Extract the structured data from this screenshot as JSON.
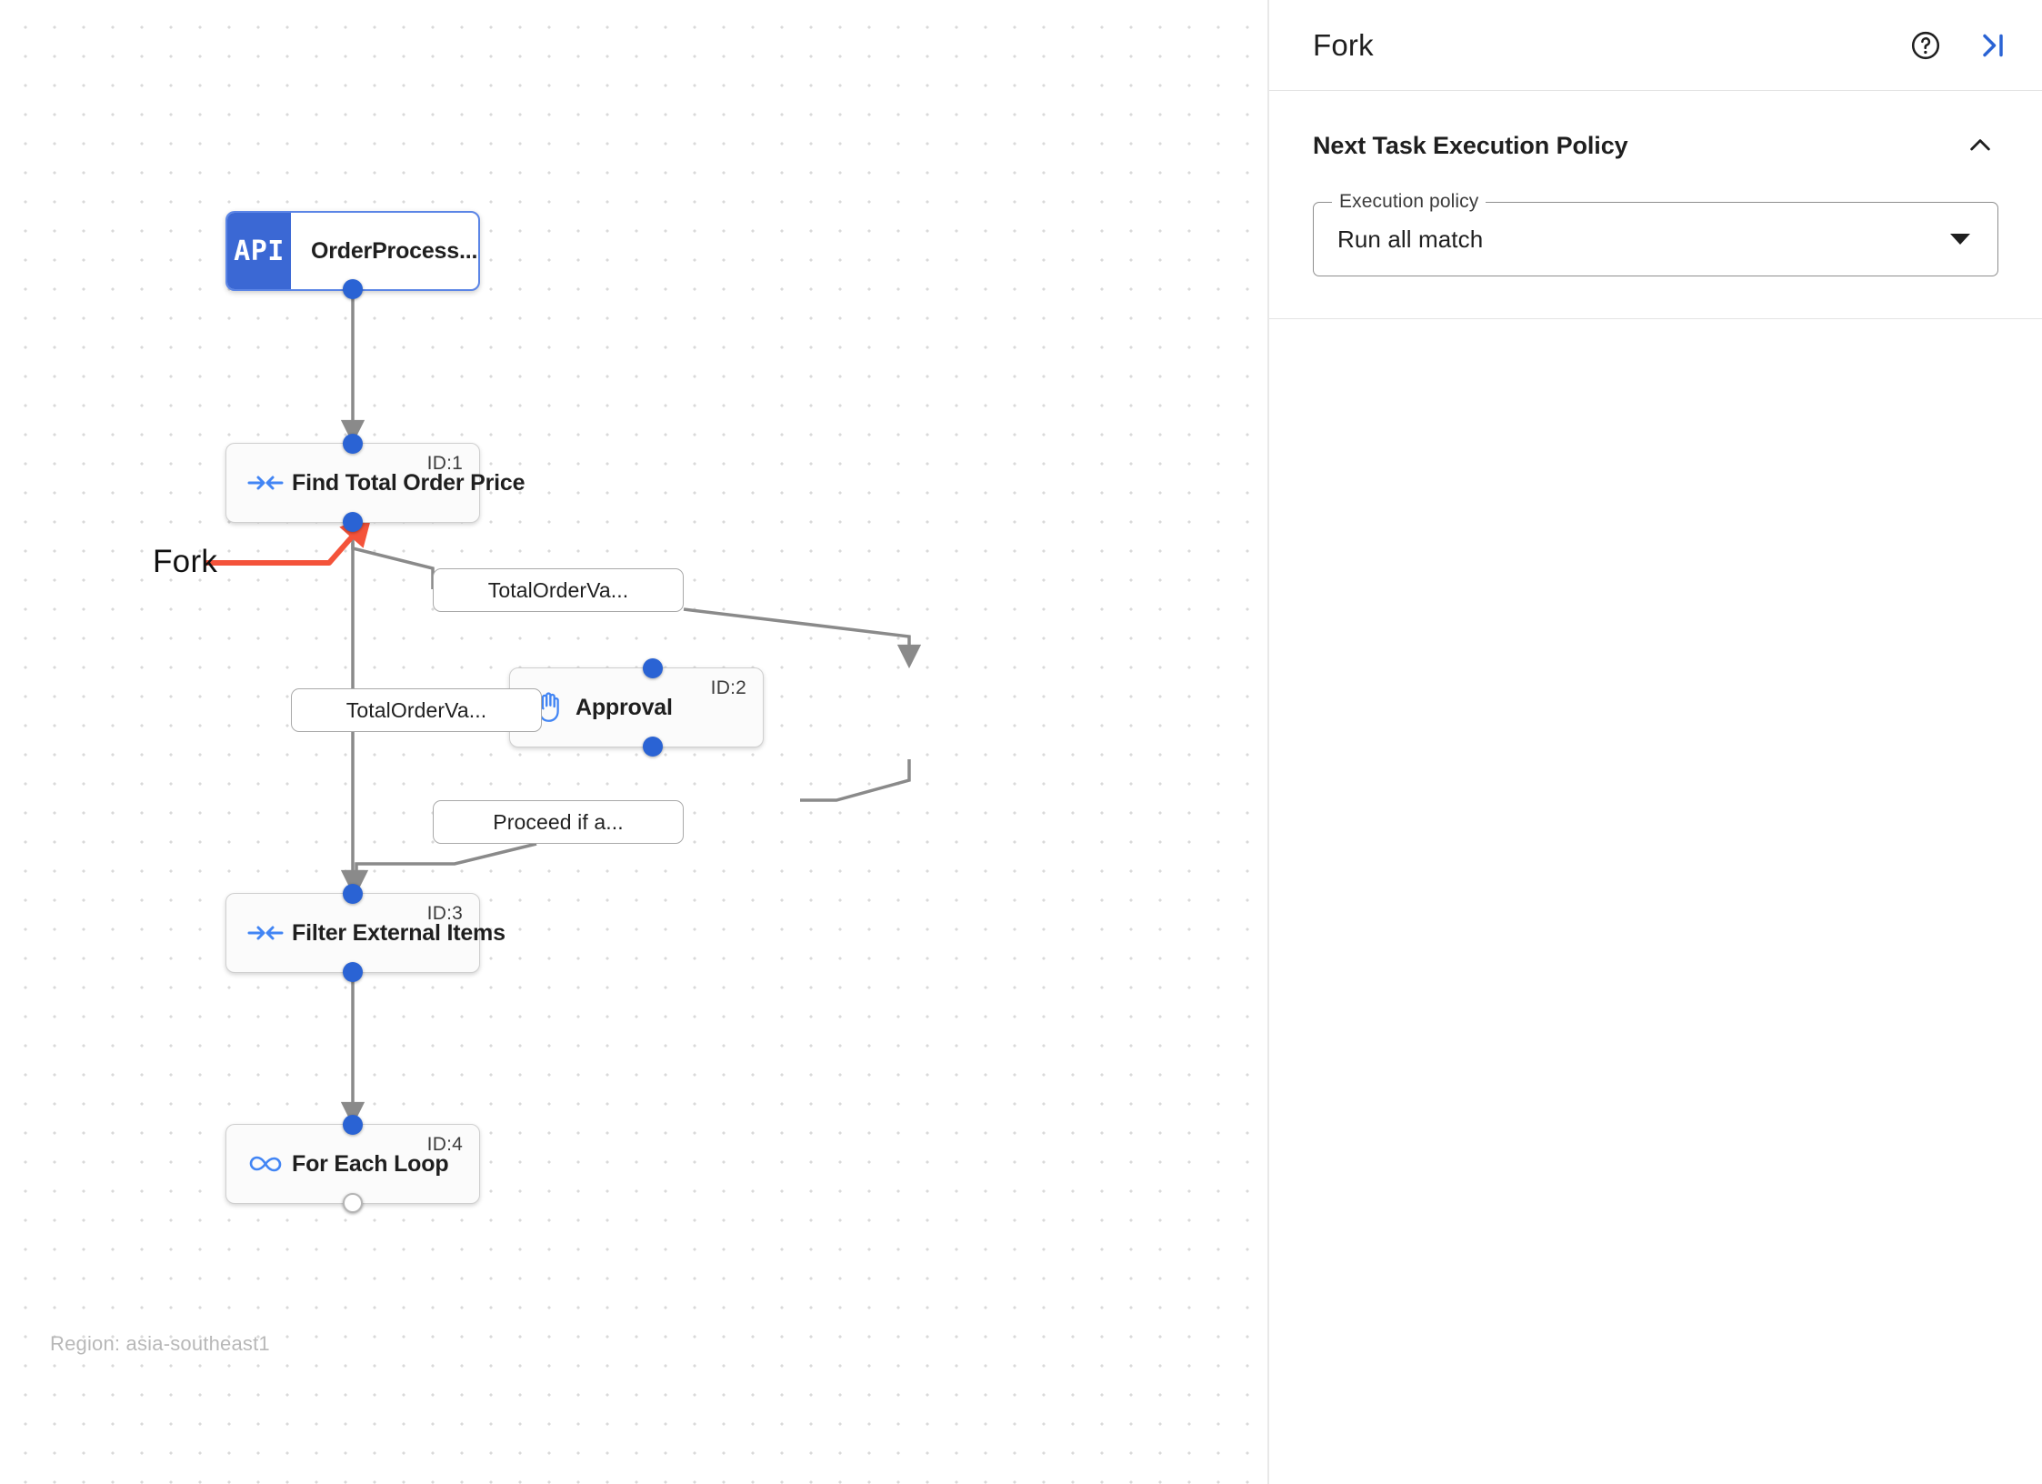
{
  "canvas": {
    "region_label": "Region: asia-southeast1",
    "annotation": {
      "label": "Fork",
      "color": "#f4533a"
    },
    "nodes": [
      {
        "key": "order_process",
        "badge": "API",
        "title": "OrderProcess...",
        "id_label": "",
        "icon": "api-badge-icon",
        "selected": true
      },
      {
        "key": "find_total_order_price",
        "badge": "",
        "title": "Find Total Order Price",
        "id_label": "ID:1",
        "icon": "converge-arrows-icon",
        "selected": false
      },
      {
        "key": "approval",
        "badge": "",
        "title": "Approval",
        "id_label": "ID:2",
        "icon": "hand-raised-icon",
        "selected": false
      },
      {
        "key": "filter_external_items",
        "badge": "",
        "title": "Filter External Items",
        "id_label": "ID:3",
        "icon": "converge-arrows-icon",
        "selected": false
      },
      {
        "key": "for_each_loop",
        "badge": "",
        "title": "For Each Loop",
        "id_label": "ID:4",
        "icon": "infinity-loop-icon",
        "selected": false
      }
    ],
    "edge_labels": [
      {
        "key": "to_approval",
        "text": "TotalOrderVa..."
      },
      {
        "key": "to_filter_direct",
        "text": "TotalOrderVa..."
      },
      {
        "key": "approval_proceed",
        "text": "Proceed if a..."
      }
    ],
    "colors": {
      "handle": "#2a63d4",
      "edge": "#7a7a7a",
      "api_badge": "#3b68d4",
      "node_icon": "#4285f4",
      "selected_border": "#5b85e6"
    }
  },
  "panel": {
    "title": "Fork",
    "help_icon": "help-circle-icon",
    "collapse_icon": "collapse-panel-icon",
    "section": {
      "title": "Next Task Execution Policy",
      "chevron": "chevron-up-icon",
      "field": {
        "label": "Execution policy",
        "value": "Run all match",
        "options": [
          "Run all match"
        ]
      }
    }
  }
}
